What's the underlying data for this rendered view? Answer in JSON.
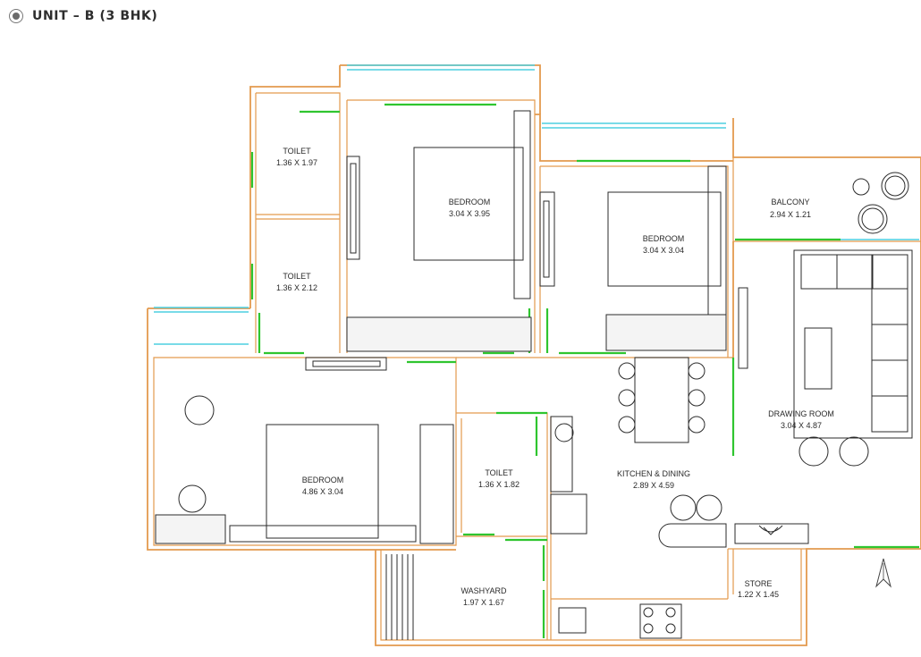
{
  "unit": {
    "title": "UNIT – B (3 BHK)"
  },
  "rooms": {
    "toilet1": {
      "name": "TOILET",
      "size": "1.36 X 1.97"
    },
    "toilet2": {
      "name": "TOILET",
      "size": "1.36 X 2.12"
    },
    "bedroom1": {
      "name": "BEDROOM",
      "size": "3.04 X 3.95"
    },
    "bedroom2": {
      "name": "BEDROOM",
      "size": "3.04 X 3.04"
    },
    "balcony": {
      "name": "BALCONY",
      "size": "2.94 X 1.21"
    },
    "drawing": {
      "name": "DRAWING ROOM",
      "size": "3.04 X 4.87"
    },
    "bedroom3": {
      "name": "BEDROOM",
      "size": "4.86 X 3.04"
    },
    "toilet3": {
      "name": "TOILET",
      "size": "1.36 X 1.82"
    },
    "kitchen": {
      "name": "KITCHEN & DINING",
      "size": "2.89 X 4.59"
    },
    "washyard": {
      "name": "WASHYARD",
      "size": "1.97 X 1.67"
    },
    "store": {
      "name": "STORE",
      "size": "1.22 X 1.45"
    }
  },
  "icons": {
    "unit_selector": "radio-selected-icon",
    "north": "north-arrow-icon"
  },
  "colors": {
    "wall": "#e39a4e",
    "window": "#2fc52f",
    "glass": "#4dcfe0",
    "furniture": "#2b2b2b",
    "text": "#2d2d2d"
  }
}
